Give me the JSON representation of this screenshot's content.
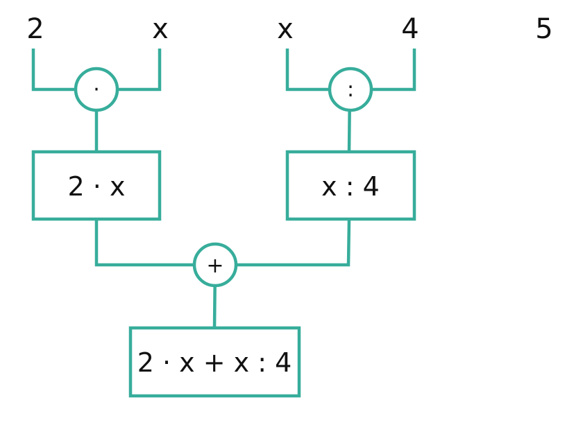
{
  "inputs": [
    "2",
    "x",
    "x",
    "4",
    "5"
  ],
  "operators": {
    "multiply": "·",
    "divide": ":",
    "add": "+"
  },
  "results": {
    "left": "2 · x",
    "right": "x : 4",
    "final": "2 · x + x : 4"
  },
  "colors": {
    "stroke": "#37ad9b",
    "text": "#111111"
  }
}
